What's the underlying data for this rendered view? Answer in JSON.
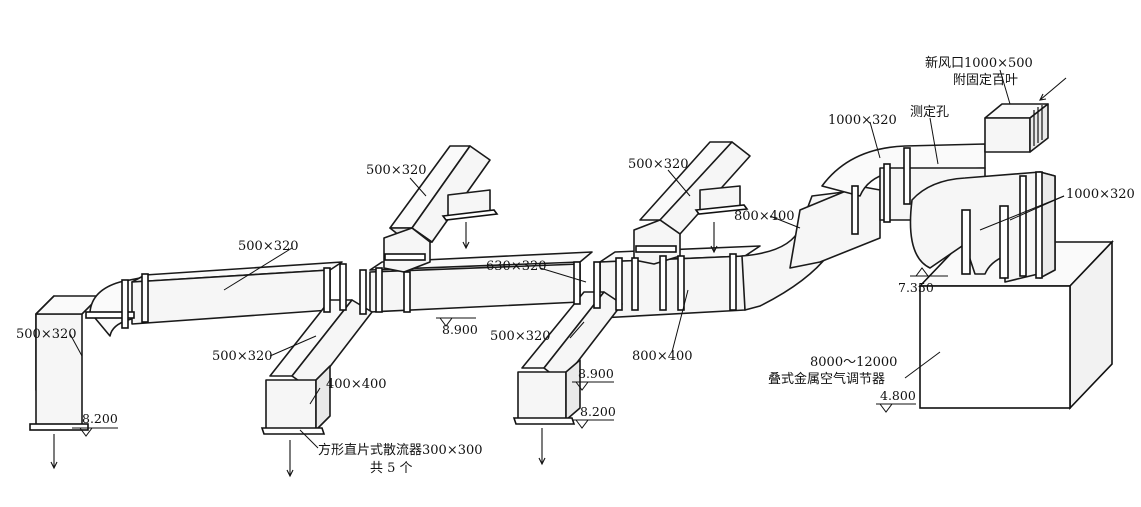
{
  "labels": {
    "fresh_air_line1": "新风口1000×500",
    "fresh_air_line2": "附固定百叶",
    "measure_hole": "测定孔",
    "duct_1000x320_top": "1000×320",
    "duct_1000x320_right": "1000×320",
    "duct_500x320_branch_a": "500×320",
    "duct_500x320_branch_b": "500×320",
    "duct_800x400_upper": "800×400",
    "duct_500x320_main": "500×320",
    "duct_630x320": "630×320",
    "duct_500x320_left": "500×320",
    "duct_500x320_mid": "500×320",
    "duct_400x400": "400×400",
    "duct_500x320_right": "500×320",
    "duct_800x400_lower": "800×400",
    "diffuser_line1": "方形直片式散流器300×300",
    "diffuser_line2": "共 5 个",
    "ahu_line1": "8000～12000",
    "ahu_line2": "叠式金属空气调节器"
  },
  "elevations": {
    "elev_7350": "7.350",
    "elev_8900_main": "8.900",
    "elev_8200_left": "8.200",
    "elev_8900_right": "8.900",
    "elev_8200_right": "8.200",
    "elev_4800": "4.800"
  }
}
